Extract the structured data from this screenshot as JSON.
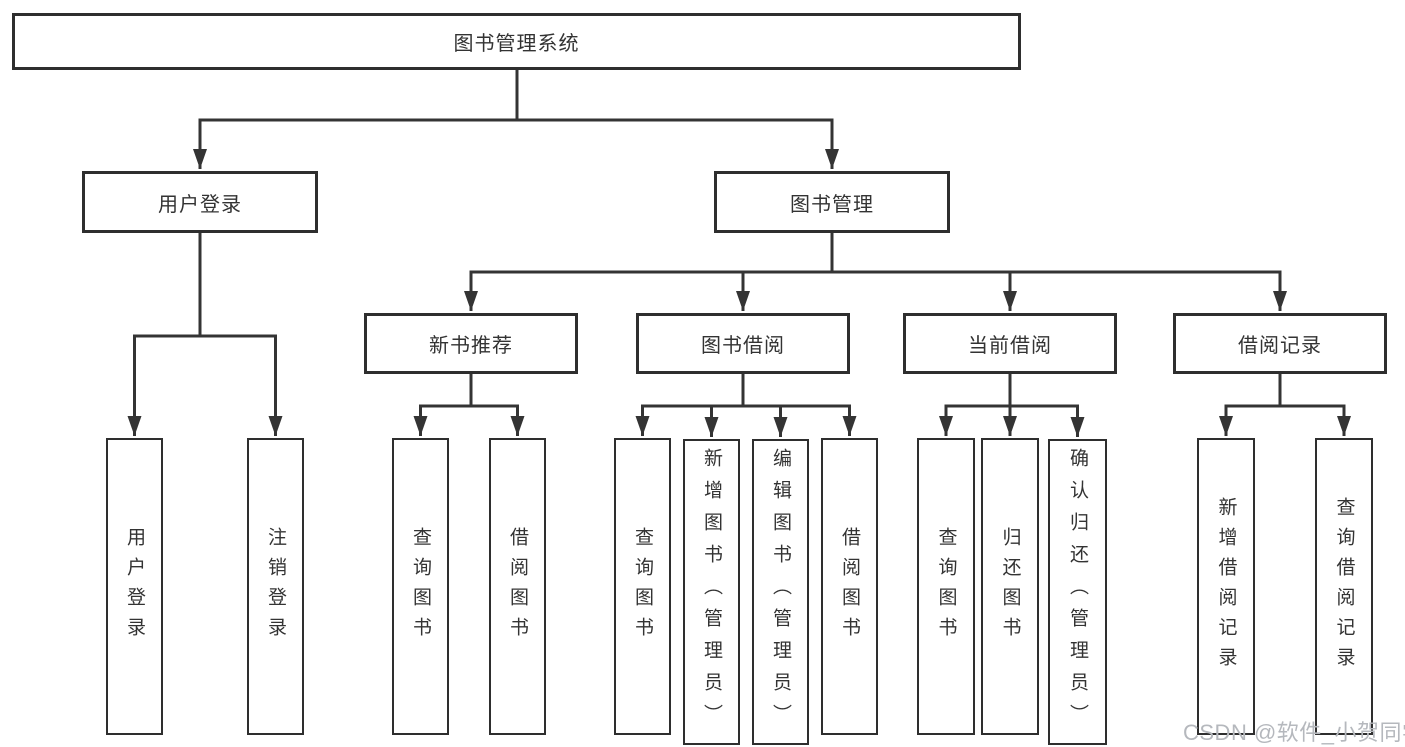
{
  "diagram": {
    "nodes": {
      "root": "图书管理系统",
      "user_login": "用户登录",
      "book_mgmt": "图书管理",
      "new_book": "新书推荐",
      "book_borrow": "图书借阅",
      "current_borrow": "当前借阅",
      "borrow_record": "借阅记录",
      "leaf_user_login": "用户登录",
      "leaf_logout": "注销登录",
      "leaf_nb_query": "查询图书",
      "leaf_nb_borrow": "借阅图书",
      "leaf_bb_query": "查询图书",
      "leaf_bb_add": "新增图书（管理员）",
      "leaf_bb_edit": "编辑图书（管理员）",
      "leaf_bb_borrow": "借阅图书",
      "leaf_cb_query": "查询图书",
      "leaf_cb_return": "归还图书",
      "leaf_cb_confirm": "确认归还（管理员）",
      "leaf_br_add": "新增借阅记录",
      "leaf_br_query": "查询借阅记录"
    },
    "watermark": "CSDN @软件_小贺同学",
    "colors": {
      "line": "#343434",
      "box_border": "#2e2e2e",
      "text": "#333333",
      "watermark": "#b5b8bd",
      "background": "#ffffff"
    }
  }
}
